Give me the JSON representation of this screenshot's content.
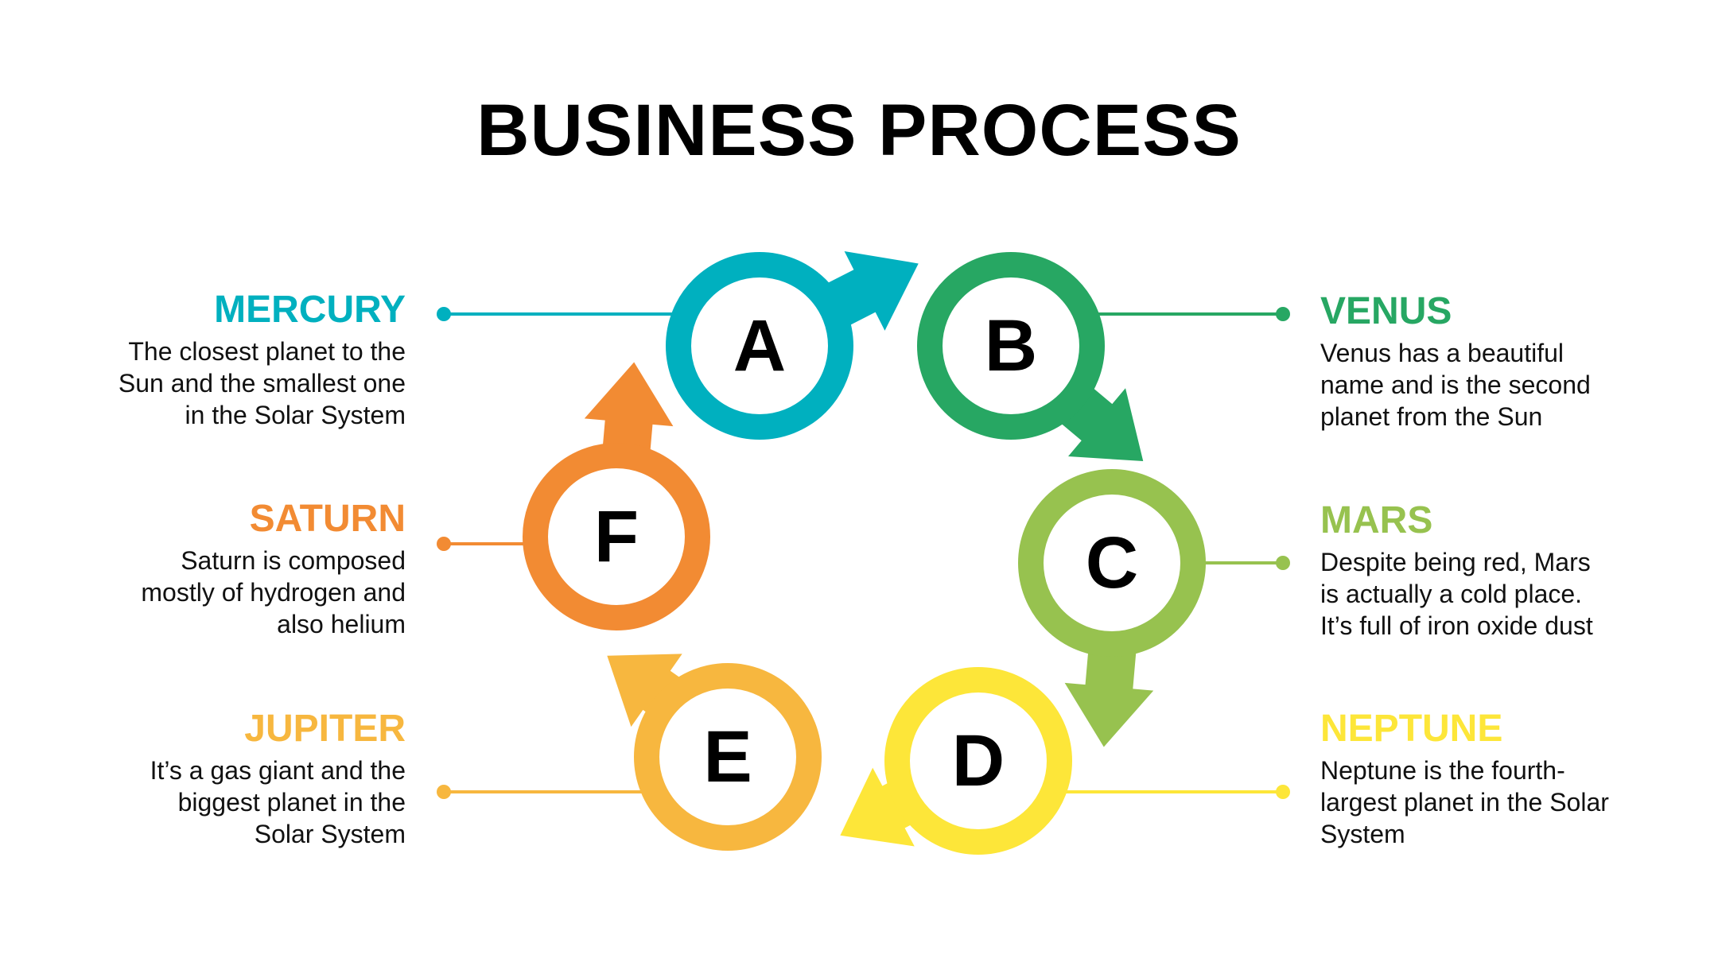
{
  "title": "BUSINESS PROCESS",
  "colors": {
    "a": "#00b0bf",
    "b": "#27a763",
    "c": "#97c24f",
    "d": "#fde639",
    "e": "#f7b73f",
    "f": "#f28b33"
  },
  "steps": [
    {
      "letter": "A",
      "heading": "MERCURY",
      "desc": [
        "The closest planet to the",
        "Sun and the smallest one",
        "in the Solar System"
      ]
    },
    {
      "letter": "B",
      "heading": "VENUS",
      "desc": [
        "Venus has a beautiful",
        "name and is the second",
        "planet from the Sun"
      ]
    },
    {
      "letter": "C",
      "heading": "MARS",
      "desc": [
        "Despite being red, Mars",
        "is actually a cold place.",
        "It’s full of iron oxide dust"
      ]
    },
    {
      "letter": "D",
      "heading": "NEPTUNE",
      "desc": [
        "Neptune is the fourth-",
        "largest planet in the Solar",
        "System"
      ]
    },
    {
      "letter": "E",
      "heading": "JUPITER",
      "desc": [
        "It’s a gas giant and the",
        "biggest planet in the",
        "Solar System"
      ]
    },
    {
      "letter": "F",
      "heading": "SATURN",
      "desc": [
        "Saturn is composed",
        "mostly of hydrogen and",
        "also helium"
      ]
    }
  ]
}
